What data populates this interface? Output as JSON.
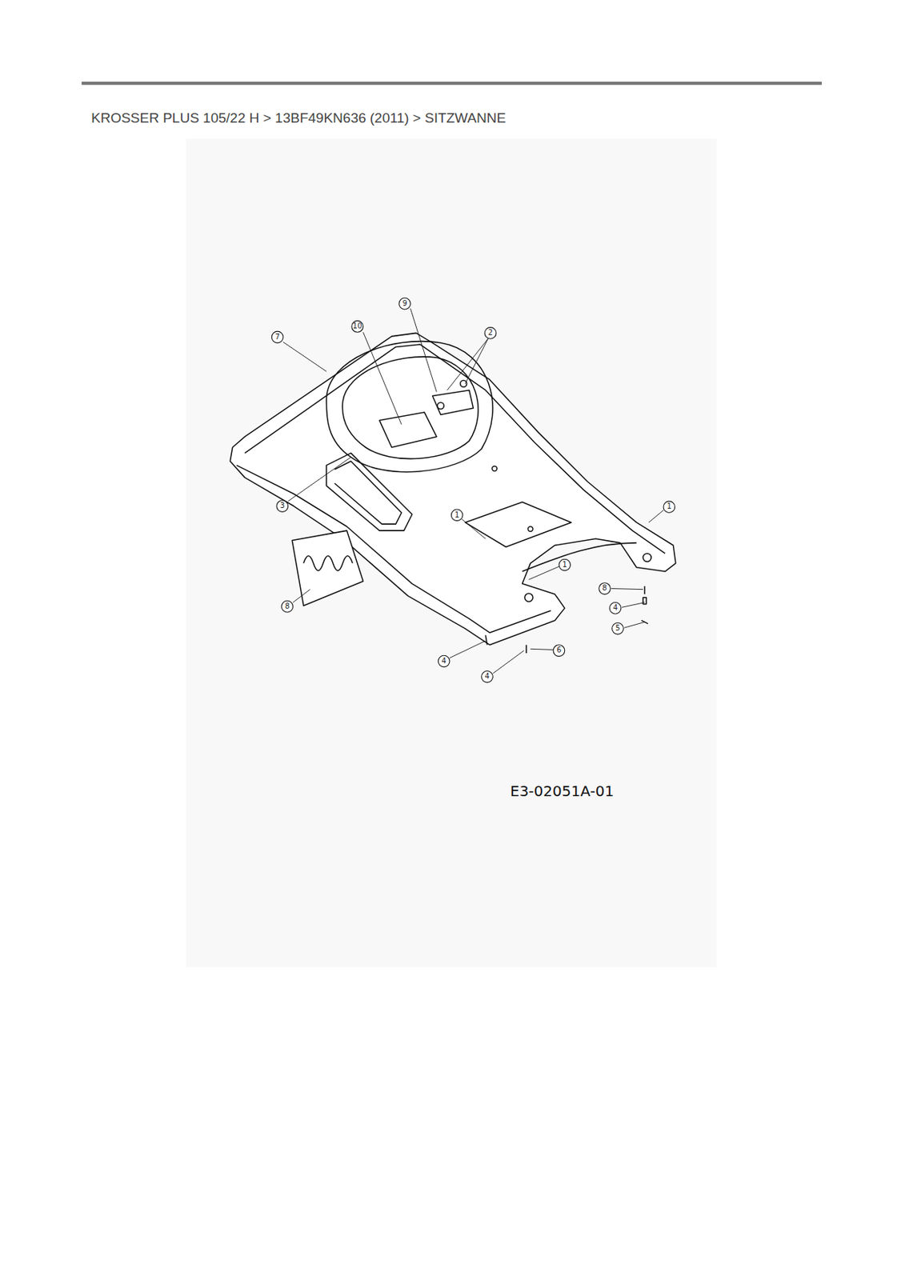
{
  "diagram": {
    "title": "KROSSER PLUS 105/22 H  >  13BF49KN636 (2011)  >  SITZWANNE",
    "labels": [
      "9",
      "10",
      "2",
      "7",
      "3",
      "1",
      "1",
      "1",
      "8",
      "8",
      "4",
      "5",
      "4",
      "6",
      "4",
      "E3-02051A-01"
    ]
  }
}
